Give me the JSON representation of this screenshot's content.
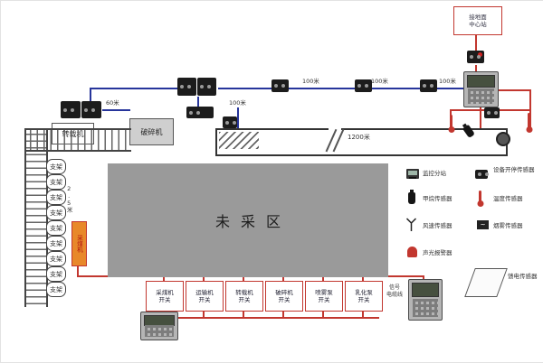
{
  "diagram": {
    "area_label": "未采区",
    "transfer": "转载机",
    "crusher": "破碎机",
    "shearer": "采煤机",
    "support": "支架",
    "surface_note": {
      "line1": "接地面",
      "line2": "中心站"
    },
    "cable_note": {
      "line1": "信号",
      "line2": "电缆线"
    },
    "distances": {
      "d60": "60米",
      "d100_belt": "100米",
      "d100_a": "100米",
      "d100_b": "100米",
      "d100_c": "100米",
      "d1200": "1200米",
      "d25": "2.5米"
    }
  },
  "switches": [
    {
      "line1": "采煤机",
      "line2": "开关"
    },
    {
      "line1": "运输机",
      "line2": "开关"
    },
    {
      "line1": "转载机",
      "line2": "开关"
    },
    {
      "line1": "破碎机",
      "line2": "开关"
    },
    {
      "line1": "喷雾泵",
      "line2": "开关"
    },
    {
      "line1": "乳化泵",
      "line2": "开关"
    }
  ],
  "legend": {
    "items": [
      {
        "label": "监控分站"
      },
      {
        "label": "设备开停传感器"
      },
      {
        "label": "甲烷传感器"
      },
      {
        "label": "温度传感器"
      },
      {
        "label": "风速传感器"
      },
      {
        "label": "烟雾传感器"
      },
      {
        "label": "声光报警器"
      },
      {
        "label": "馈电传感器"
      }
    ]
  },
  "colors": {
    "red": "#c2372f",
    "blue": "#27359b",
    "area_gray": "#9a9a9a"
  }
}
